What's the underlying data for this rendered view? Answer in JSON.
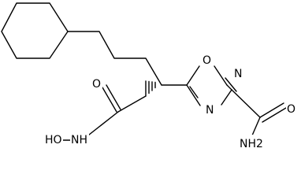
{
  "molecule": {
    "atom_labels": {
      "ring_oxygen": "O",
      "ring_nitrogen_top": "N",
      "ring_nitrogen_bottom": "N",
      "amide_oxygen": "O",
      "amide_nitrogen": "NH2",
      "hydroxamic_oxygen": "O",
      "hydroxyl_group": "HO",
      "hydroxamic_nitrogen": "NH"
    }
  },
  "colors": {
    "bond": "#000000",
    "background": "#ffffff"
  }
}
